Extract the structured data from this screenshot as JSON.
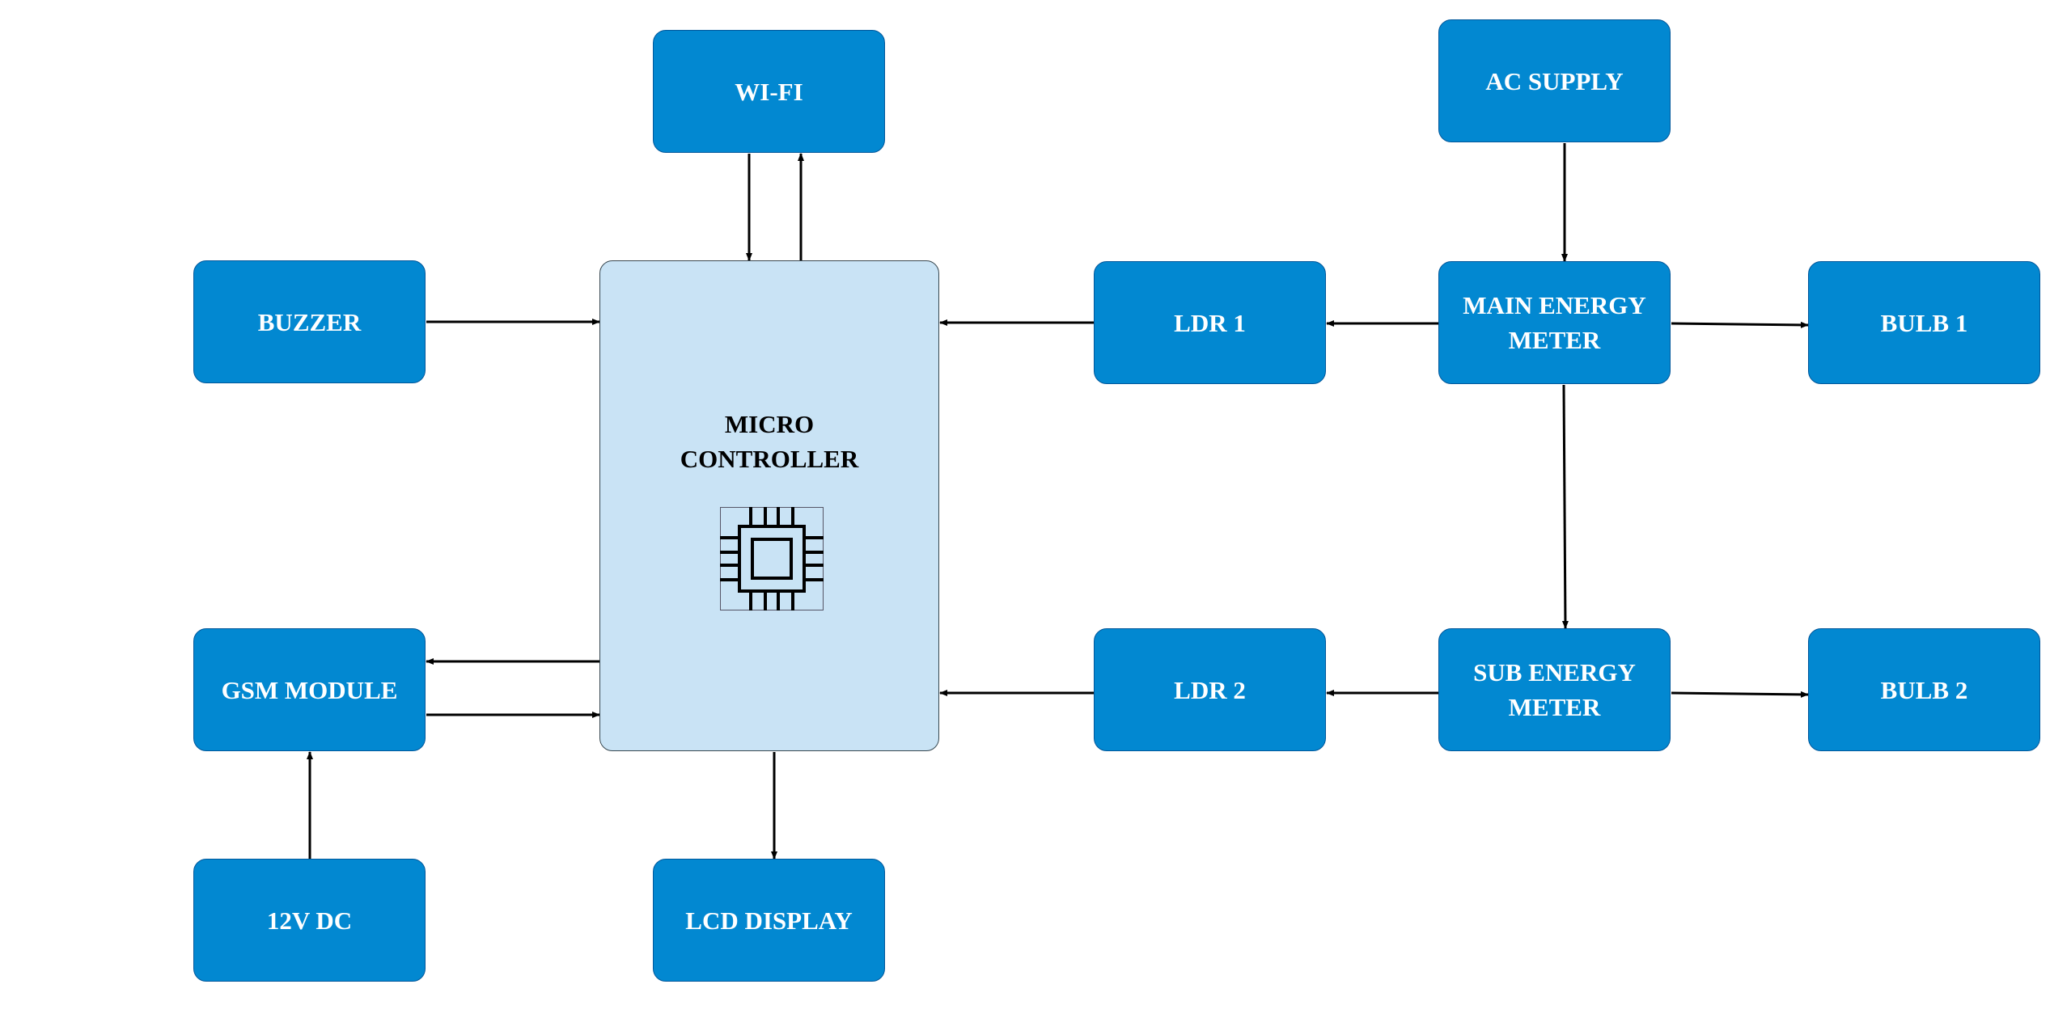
{
  "blocks": {
    "wifi": "WI-FI",
    "ac_supply": "AC SUPPLY",
    "buzzer": "BUZZER",
    "ldr1": "LDR 1",
    "main_energy_meter": "MAIN ENERGY\nMETER",
    "bulb1": "BULB 1",
    "gsm_module": "GSM MODULE",
    "ldr2": "LDR 2",
    "sub_energy_meter": "SUB ENERGY\nMETER",
    "bulb2": "BULB 2",
    "dc_12v": "12V DC",
    "lcd_display": "LCD DISPLAY",
    "microcontroller": "MICRO\nCONTROLLER"
  },
  "connections": [
    {
      "from": "microcontroller",
      "to": "wifi"
    },
    {
      "from": "wifi",
      "to": "microcontroller"
    },
    {
      "from": "ac_supply",
      "to": "main_energy_meter"
    },
    {
      "from": "buzzer",
      "to": "microcontroller"
    },
    {
      "from": "ldr1",
      "to": "microcontroller"
    },
    {
      "from": "main_energy_meter",
      "to": "ldr1"
    },
    {
      "from": "main_energy_meter",
      "to": "bulb1"
    },
    {
      "from": "main_energy_meter",
      "to": "sub_energy_meter"
    },
    {
      "from": "microcontroller",
      "to": "gsm_module"
    },
    {
      "from": "gsm_module",
      "to": "microcontroller"
    },
    {
      "from": "ldr2",
      "to": "microcontroller"
    },
    {
      "from": "sub_energy_meter",
      "to": "ldr2"
    },
    {
      "from": "sub_energy_meter",
      "to": "bulb2"
    },
    {
      "from": "dc_12v",
      "to": "gsm_module"
    },
    {
      "from": "microcontroller",
      "to": "lcd_display"
    }
  ],
  "colors": {
    "block_fill": "#0288d1",
    "block_text": "#ffffff",
    "controller_fill": "#c9e3f5",
    "controller_text": "#000000",
    "arrow": "#000000"
  },
  "icons": {
    "controller": "microchip-icon"
  }
}
